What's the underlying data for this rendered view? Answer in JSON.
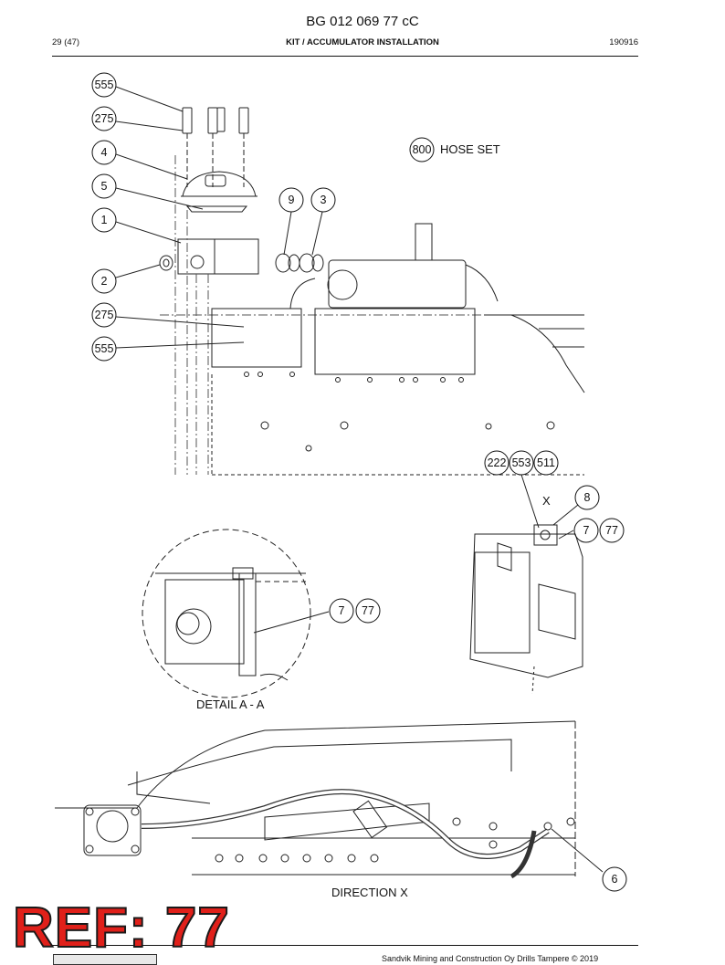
{
  "header": {
    "document_number": "BG 012 069 77 cC",
    "page": "29 (47)",
    "section_title": "KIT / ACCUMULATOR INSTALLATION",
    "date_code": "190916"
  },
  "callouts": [
    {
      "id": "c-555-top",
      "label": "555"
    },
    {
      "id": "c-275-top",
      "label": "275"
    },
    {
      "id": "c-4",
      "label": "4"
    },
    {
      "id": "c-5",
      "label": "5"
    },
    {
      "id": "c-1",
      "label": "1"
    },
    {
      "id": "c-2",
      "label": "2"
    },
    {
      "id": "c-275-mid",
      "label": "275"
    },
    {
      "id": "c-555-mid",
      "label": "555"
    },
    {
      "id": "c-9",
      "label": "9"
    },
    {
      "id": "c-3",
      "label": "3"
    },
    {
      "id": "c-800",
      "label": "800"
    },
    {
      "id": "c-222",
      "label": "222"
    },
    {
      "id": "c-553",
      "label": "553"
    },
    {
      "id": "c-511",
      "label": "511"
    },
    {
      "id": "c-8",
      "label": "8"
    },
    {
      "id": "c-7-right",
      "label": "7"
    },
    {
      "id": "c-77-right",
      "label": "77"
    },
    {
      "id": "c-7-detail",
      "label": "7"
    },
    {
      "id": "c-77-detail",
      "label": "77"
    },
    {
      "id": "c-6",
      "label": "6"
    }
  ],
  "labels": {
    "hose_set": "HOSE SET",
    "view_x": "X",
    "detail_aa": "DETAIL A - A",
    "direction_x": "DIRECTION X"
  },
  "stamp": "REF: 77",
  "footer": "Sandvik Mining and Construction Oy Drills Tampere © 2019"
}
